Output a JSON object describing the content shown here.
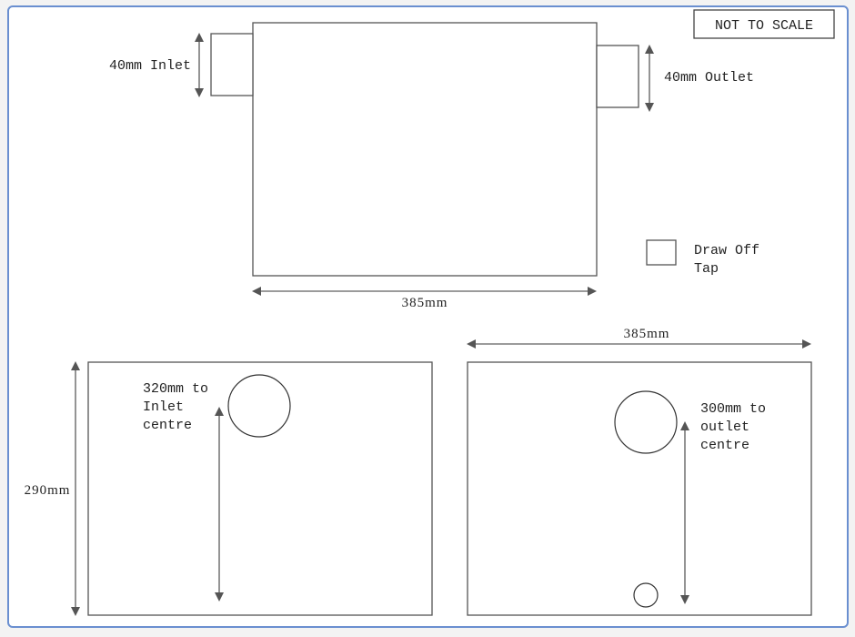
{
  "diagram": {
    "note": "NOT TO SCALE",
    "top_view": {
      "inlet_label": "40mm Inlet",
      "outlet_label": "40mm Outlet",
      "width_label": "385mm"
    },
    "legend": {
      "draw_off_tap_line1": "Draw Off",
      "draw_off_tap_line2": "Tap"
    },
    "inlet_end_view": {
      "height_label": "290mm",
      "inlet_height_line1": "320mm to",
      "inlet_height_line2": "Inlet",
      "inlet_height_line3": "centre"
    },
    "outlet_end_view": {
      "width_label": "385mm",
      "outlet_height_line1": "300mm to",
      "outlet_height_line2": "outlet",
      "outlet_height_line3": "centre"
    },
    "colors": {
      "frame_border": "#6a8fd0",
      "line": "#555555",
      "dimension_line": "#7a7a7a"
    }
  }
}
